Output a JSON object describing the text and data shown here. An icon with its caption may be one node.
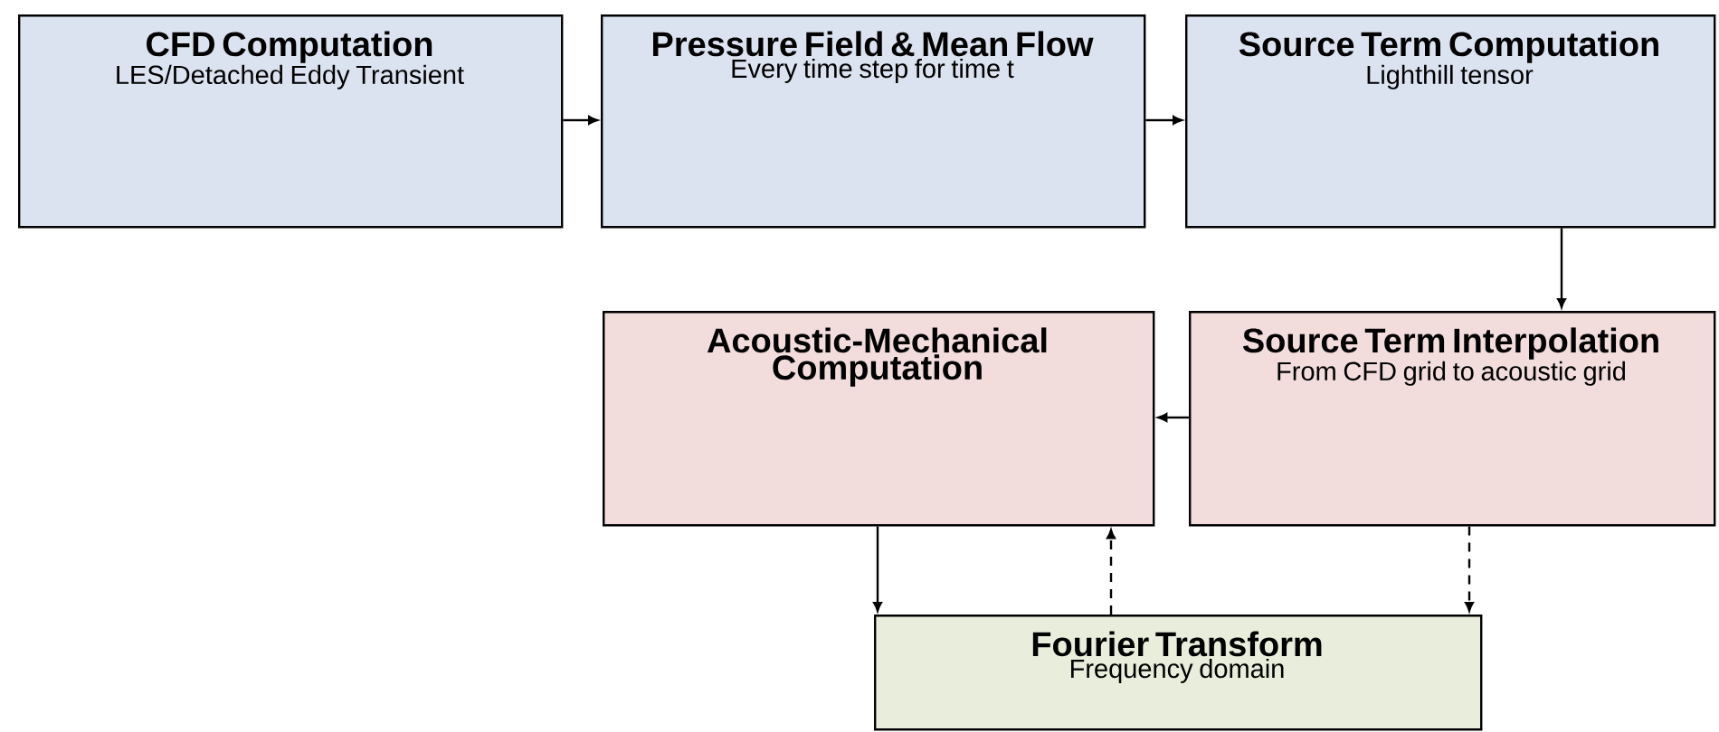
{
  "diagram": {
    "nodes": [
      {
        "text": [
          "CFD Computation",
          "LES/Detached Eddy Transient"
        ]
      },
      {
        "text": [
          "Pressure Field & Mean Flow",
          "Every time step for time t"
        ]
      },
      {
        "text": [
          "Source Term Computation",
          "Lighthill tensor"
        ]
      },
      {
        "text": [
          "Acoustic-Mechanical Computation"
        ]
      },
      {
        "text": [
          "Source Term Interpolation",
          "From CFD grid to acoustic grid"
        ]
      },
      {
        "text": [
          "Fourier Transform",
          "Frequency domain"
        ]
      }
    ],
    "edges": [
      {
        "from": 0,
        "to": 1,
        "arrow": "to"
      },
      {
        "from": 1,
        "to": 2,
        "arrow": "to"
      },
      {
        "from": 2,
        "to": 4,
        "arrow": "to"
      },
      {
        "from": 4,
        "to": 3,
        "arrow": "to"
      },
      {
        "from": 3,
        "to": 5,
        "arrow": "to"
      },
      {
        "from": 5,
        "to": 3,
        "arrow": "to",
        "style": "dashed"
      },
      {
        "from": 4,
        "to": 5,
        "arrow": "to",
        "style": "dashed"
      }
    ]
  }
}
